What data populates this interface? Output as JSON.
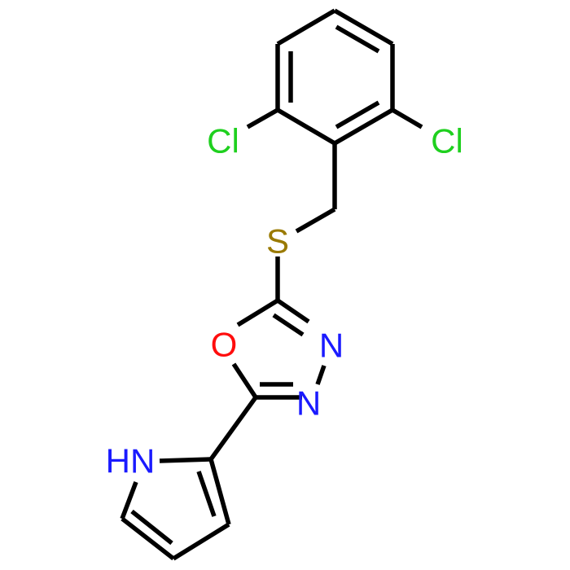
{
  "molecule": {
    "atoms": {
      "cl_left": {
        "text": "Cl",
        "color": "#1fd01f"
      },
      "cl_right": {
        "text": "Cl",
        "color": "#1fd01f"
      },
      "sulfur": {
        "text": "S",
        "color": "#9a7a00"
      },
      "oxygen": {
        "text": "O",
        "color": "#ff0d0d"
      },
      "n_upper": {
        "text": "N",
        "color": "#1a1aff"
      },
      "n_lower": {
        "text": "N",
        "color": "#1a1aff"
      },
      "nh": {
        "text": "HN",
        "color": "#1a1aff"
      }
    },
    "bond_color": "#000000"
  }
}
